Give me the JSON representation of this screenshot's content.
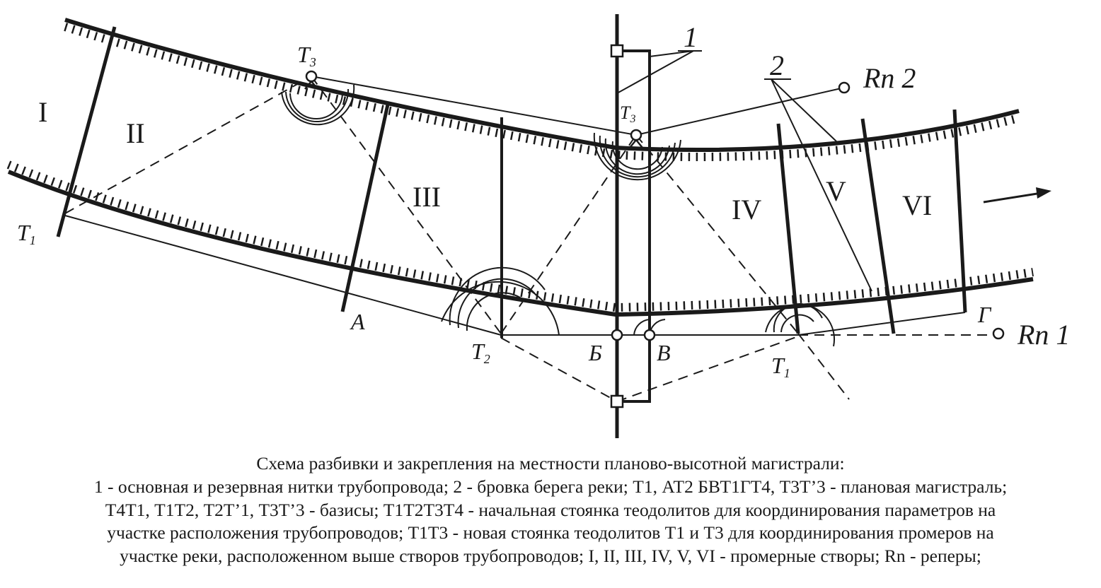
{
  "labels": {
    "roman": [
      "I",
      "II",
      "III",
      "IV",
      "V",
      "VI"
    ],
    "callout_1": "1",
    "callout_2": "2",
    "rn2": "Rn 2",
    "rn1": "Rn 1",
    "a": "A",
    "b": "Б",
    "v": "В",
    "g": "Г",
    "t3_top_base": "T",
    "t3_top_sub": "3",
    "t3_base": "T",
    "t3_sub": "3",
    "t1_left_base": "T",
    "t1_left_sub": "1",
    "t2_base": "T",
    "t2_sub": "2",
    "t1_base": "T",
    "t1_sub": "1"
  },
  "caption": {
    "title": "Схема разбивки и закрепления на местности планово-высотной магистрали:",
    "lines": [
      "1 - основная и резервная нитки трубопровода; 2 - бровка берега реки; Т1, АТ2 БВТ1ГТ4, Т3Т’3 - плановая магистраль;",
      "Т4Т1, Т1Т2, Т2Т’1, Т3Т’3 - базисы; Т1Т2Т3Т4 - начальная стоянка теодолитов для координирования параметров на",
      "участке расположения трубопроводов; Т1Т3 - новая стоянка теодолитов Т1 и Т3 для координирования промеров на",
      "участке реки, расположенном выше створов трубопроводов; I, II, III, IV, V, VI - промерные створы; Rn - реперы;"
    ]
  },
  "colors": {
    "ink": "#1a1a1a",
    "background": "#ffffff"
  }
}
